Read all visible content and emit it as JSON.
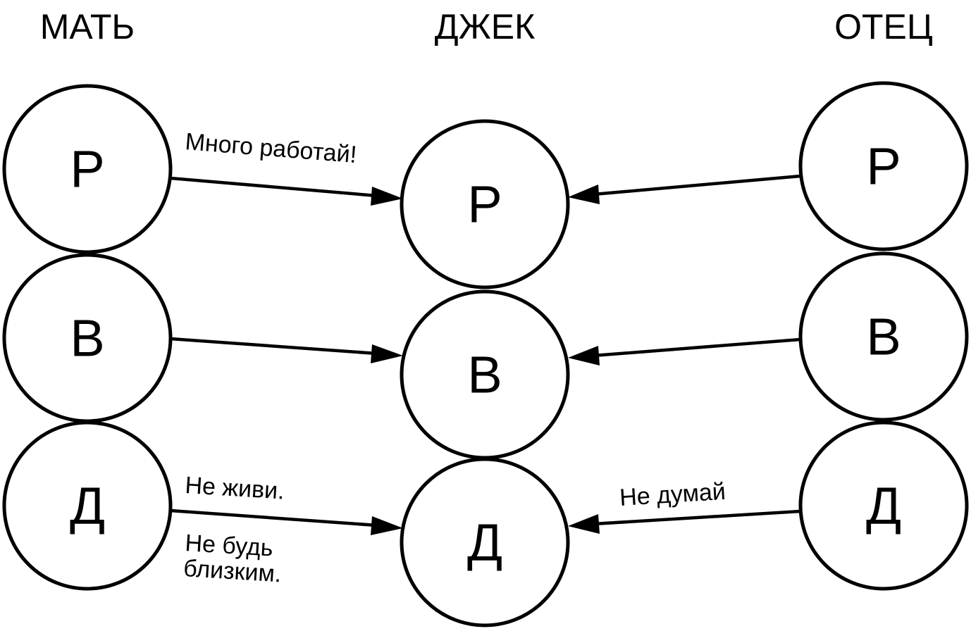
{
  "diagram": {
    "type": "transactional-script-matrix",
    "columns": {
      "mother": {
        "title": "МАТЬ"
      },
      "child": {
        "title": "ДЖЕК"
      },
      "father": {
        "title": "ОТЕЦ"
      }
    },
    "ego_states": {
      "parent": "Р",
      "adult": "В",
      "child": "Д"
    },
    "messages": {
      "mother_parent_to_jack_parent": [
        "Много работай!"
      ],
      "mother_adult_to_jack_adult": [],
      "mother_child_to_jack_child_above": [
        "Не живи."
      ],
      "mother_child_to_jack_child_below": [
        "Не будь",
        "близким."
      ],
      "father_parent_to_jack_parent": [],
      "father_adult_to_jack_adult": [],
      "father_child_to_jack_child": [
        "Не думай"
      ]
    },
    "colors": {
      "ink": "#000000",
      "paper": "#ffffff"
    }
  }
}
